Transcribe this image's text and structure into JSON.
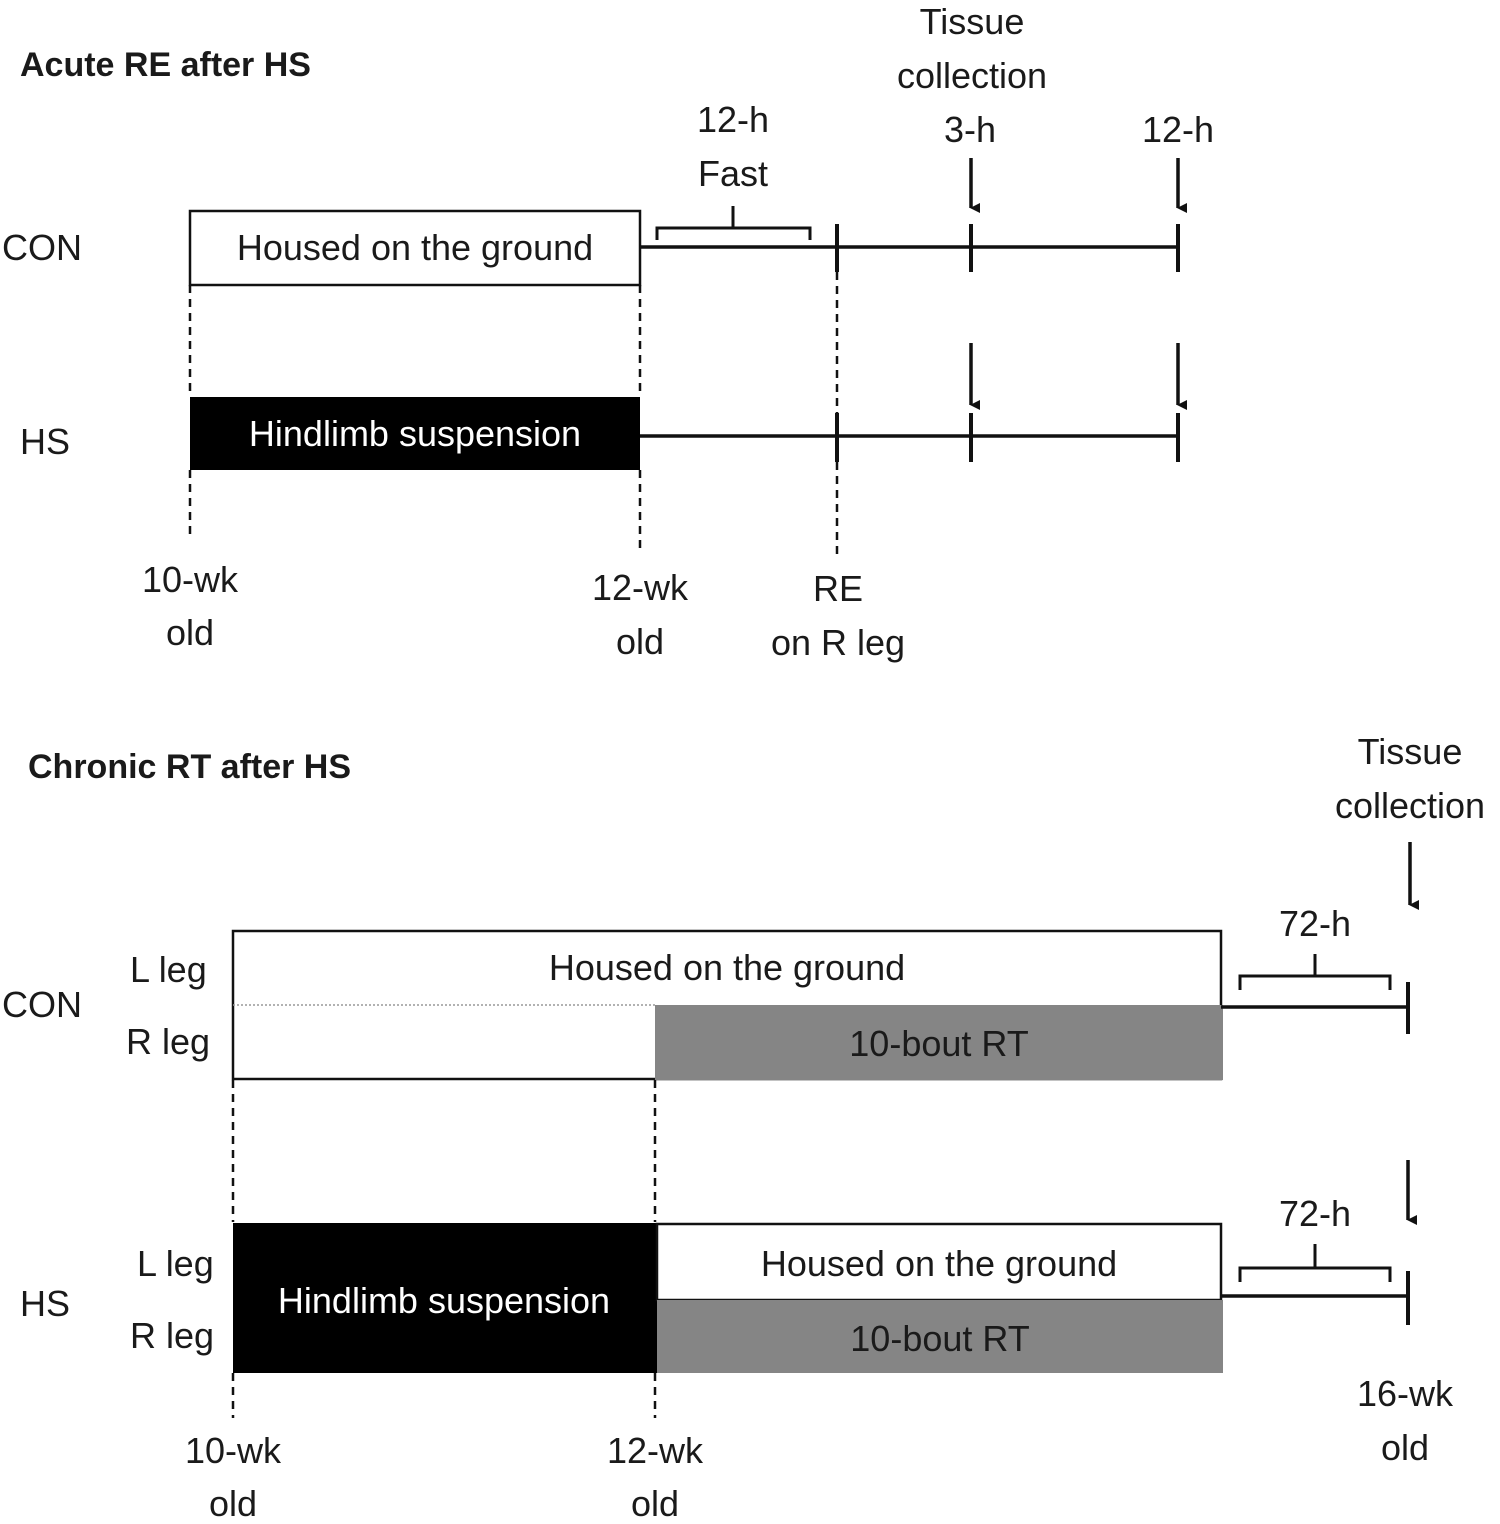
{
  "acute": {
    "title": "Acute RE after HS",
    "con_label": "CON",
    "hs_label": "HS",
    "con_box": "Housed on the ground",
    "hs_box": "Hindlimb suspension",
    "fast_line1": "12-h",
    "fast_line2": "Fast",
    "tissue_line1": "Tissue",
    "tissue_line2": "collection",
    "time_3h": "3-h",
    "time_12h": "12-h",
    "start_line1": "10-wk",
    "start_line2": "old",
    "end_line1": "12-wk",
    "end_line2": "old",
    "re_line1": "RE",
    "re_line2": "on R leg"
  },
  "chronic": {
    "title": "Chronic RT after HS",
    "tissue_line1": "Tissue",
    "tissue_line2": "collection",
    "con_label": "CON",
    "hs_label": "HS",
    "l_leg": "L leg",
    "r_leg": "R leg",
    "con_top_box": "Housed on the ground",
    "rt_box": "10-bout RT",
    "hs_box": "Hindlimb suspension",
    "hs_top_box": "Housed on the ground",
    "recovery": "72-h",
    "start_line1": "10-wk",
    "start_line2": "old",
    "mid_line1": "12-wk",
    "mid_line2": "old",
    "end_line1": "16-wk",
    "end_line2": "old"
  },
  "colors": {
    "black": "#000000",
    "gray": "#858585",
    "white": "#ffffff"
  }
}
